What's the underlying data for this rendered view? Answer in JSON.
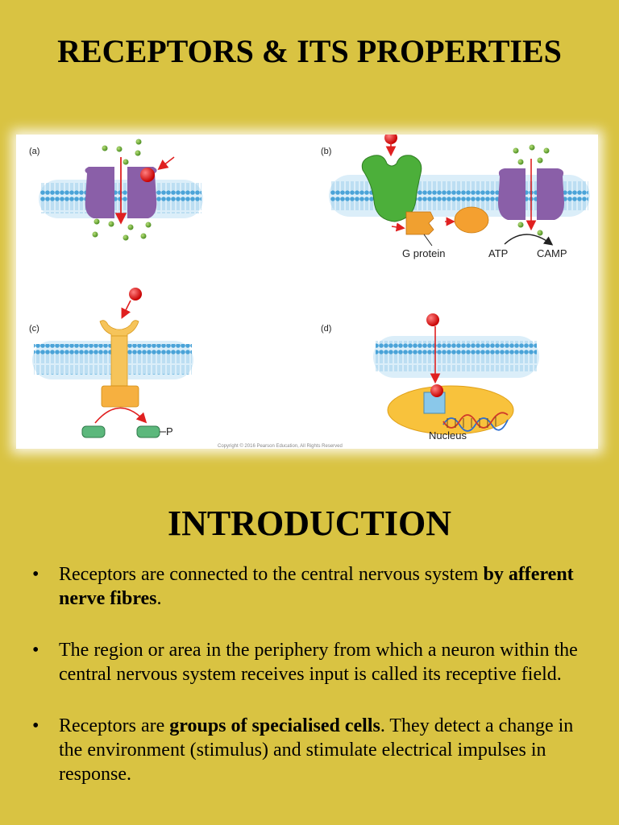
{
  "slide_title": "RECEPTORS & ITS PROPERTIES",
  "figure": {
    "panel_a": "(a)",
    "panel_b": "(b)",
    "panel_c": "(c)",
    "panel_d": "(d)",
    "g_protein": "G protein",
    "atp": "ATP",
    "camp": "CAMP",
    "phosphate": "P",
    "nucleus": "Nucleus",
    "copyright": "Copyright © 2016 Pearson Education, All Rights Reserved"
  },
  "section_heading": "INTRODUCTION",
  "bullets": [
    {
      "bullet": "•",
      "parts": [
        {
          "text": "Receptors are connected to the central nervous system ",
          "bold": false
        },
        {
          "text": "by afferent nerve fibres",
          "bold": true
        },
        {
          "text": ".",
          "bold": false
        }
      ]
    },
    {
      "bullet": "•",
      "parts": [
        {
          "text": "The region or area in the periphery from which a neuron within the central nervous system receives input is called its receptive field.",
          "bold": false
        }
      ]
    },
    {
      "bullet": "•",
      "parts": [
        {
          "text": "Receptors are ",
          "bold": false
        },
        {
          "text": "groups of specialised cells",
          "bold": true
        },
        {
          "text": ". They detect a change in the environment (stimulus) and stimulate electrical impulses in response.",
          "bold": false
        }
      ]
    }
  ]
}
